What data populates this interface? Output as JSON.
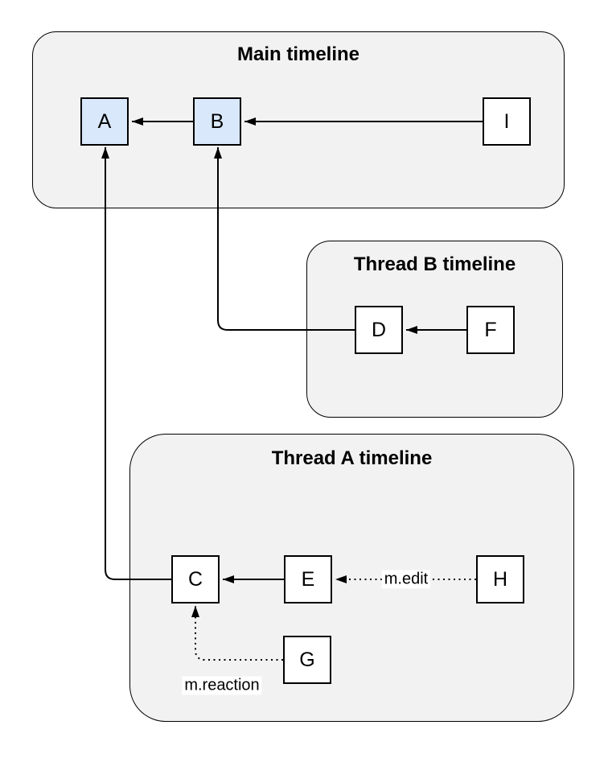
{
  "diagram": {
    "containers": [
      {
        "id": "main",
        "title": "Main timeline"
      },
      {
        "id": "threadB",
        "title": "Thread B timeline"
      },
      {
        "id": "threadA",
        "title": "Thread A timeline"
      }
    ],
    "nodes": [
      {
        "id": "A",
        "label": "A",
        "highlighted": true
      },
      {
        "id": "B",
        "label": "B",
        "highlighted": true
      },
      {
        "id": "I",
        "label": "I",
        "highlighted": false
      },
      {
        "id": "D",
        "label": "D",
        "highlighted": false
      },
      {
        "id": "F",
        "label": "F",
        "highlighted": false
      },
      {
        "id": "C",
        "label": "C",
        "highlighted": false
      },
      {
        "id": "E",
        "label": "E",
        "highlighted": false
      },
      {
        "id": "H",
        "label": "H",
        "highlighted": false
      },
      {
        "id": "G",
        "label": "G",
        "highlighted": false
      }
    ],
    "edges": [
      {
        "from": "B",
        "to": "A",
        "style": "solid"
      },
      {
        "from": "I",
        "to": "B",
        "style": "solid"
      },
      {
        "from": "F",
        "to": "D",
        "style": "solid"
      },
      {
        "from": "D",
        "to": "B",
        "style": "solid"
      },
      {
        "from": "E",
        "to": "C",
        "style": "solid"
      },
      {
        "from": "C",
        "to": "A",
        "style": "solid"
      },
      {
        "from": "H",
        "to": "E",
        "style": "dotted",
        "label": "m.edit"
      },
      {
        "from": "G",
        "to": "C",
        "style": "dotted",
        "label": "m.reaction"
      }
    ],
    "edge_labels": {
      "edit": "m.edit",
      "reaction": "m.reaction"
    },
    "colors": {
      "stroke_color": "#000000",
      "container_fill": "#f2f2f2",
      "node_fill": "#ffffff",
      "node_highlight_fill": "#dae8fc"
    }
  }
}
